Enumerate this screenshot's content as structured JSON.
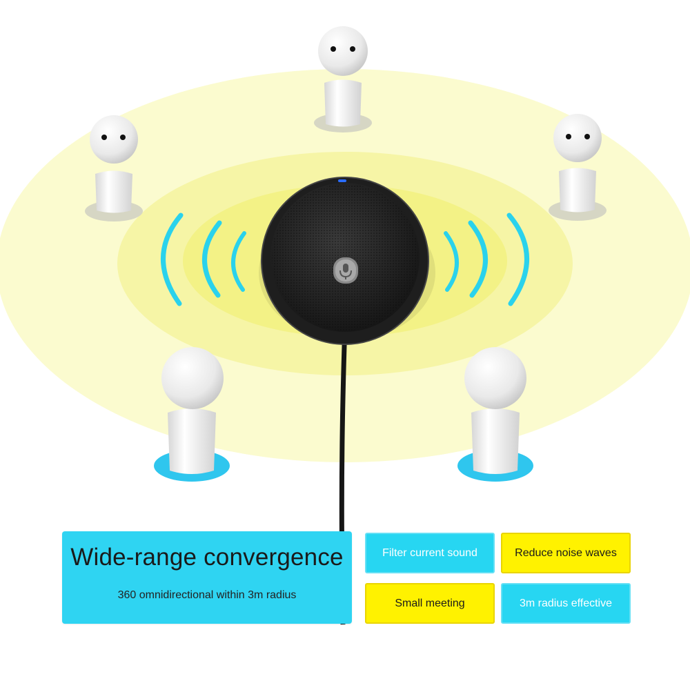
{
  "headline": {
    "title": "Wide-range convergence",
    "subtitle": "360 omnidirectional within 3m radius"
  },
  "feature_tags": [
    {
      "label": "Filter current sound",
      "color": "#27d6f2"
    },
    {
      "label": "Reduce noise waves",
      "color": "#fff200"
    },
    {
      "label": "Small meeting",
      "color": "#fff200"
    },
    {
      "label": "3m radius effective",
      "color": "#27d6f2"
    }
  ],
  "colors": {
    "outer_zone": "#fbfbcf",
    "middle_zone": "#f6f5a6",
    "inner_zone": "#f1ef6c",
    "wave": "#2ad2ec",
    "device": "#1e1e1e"
  }
}
